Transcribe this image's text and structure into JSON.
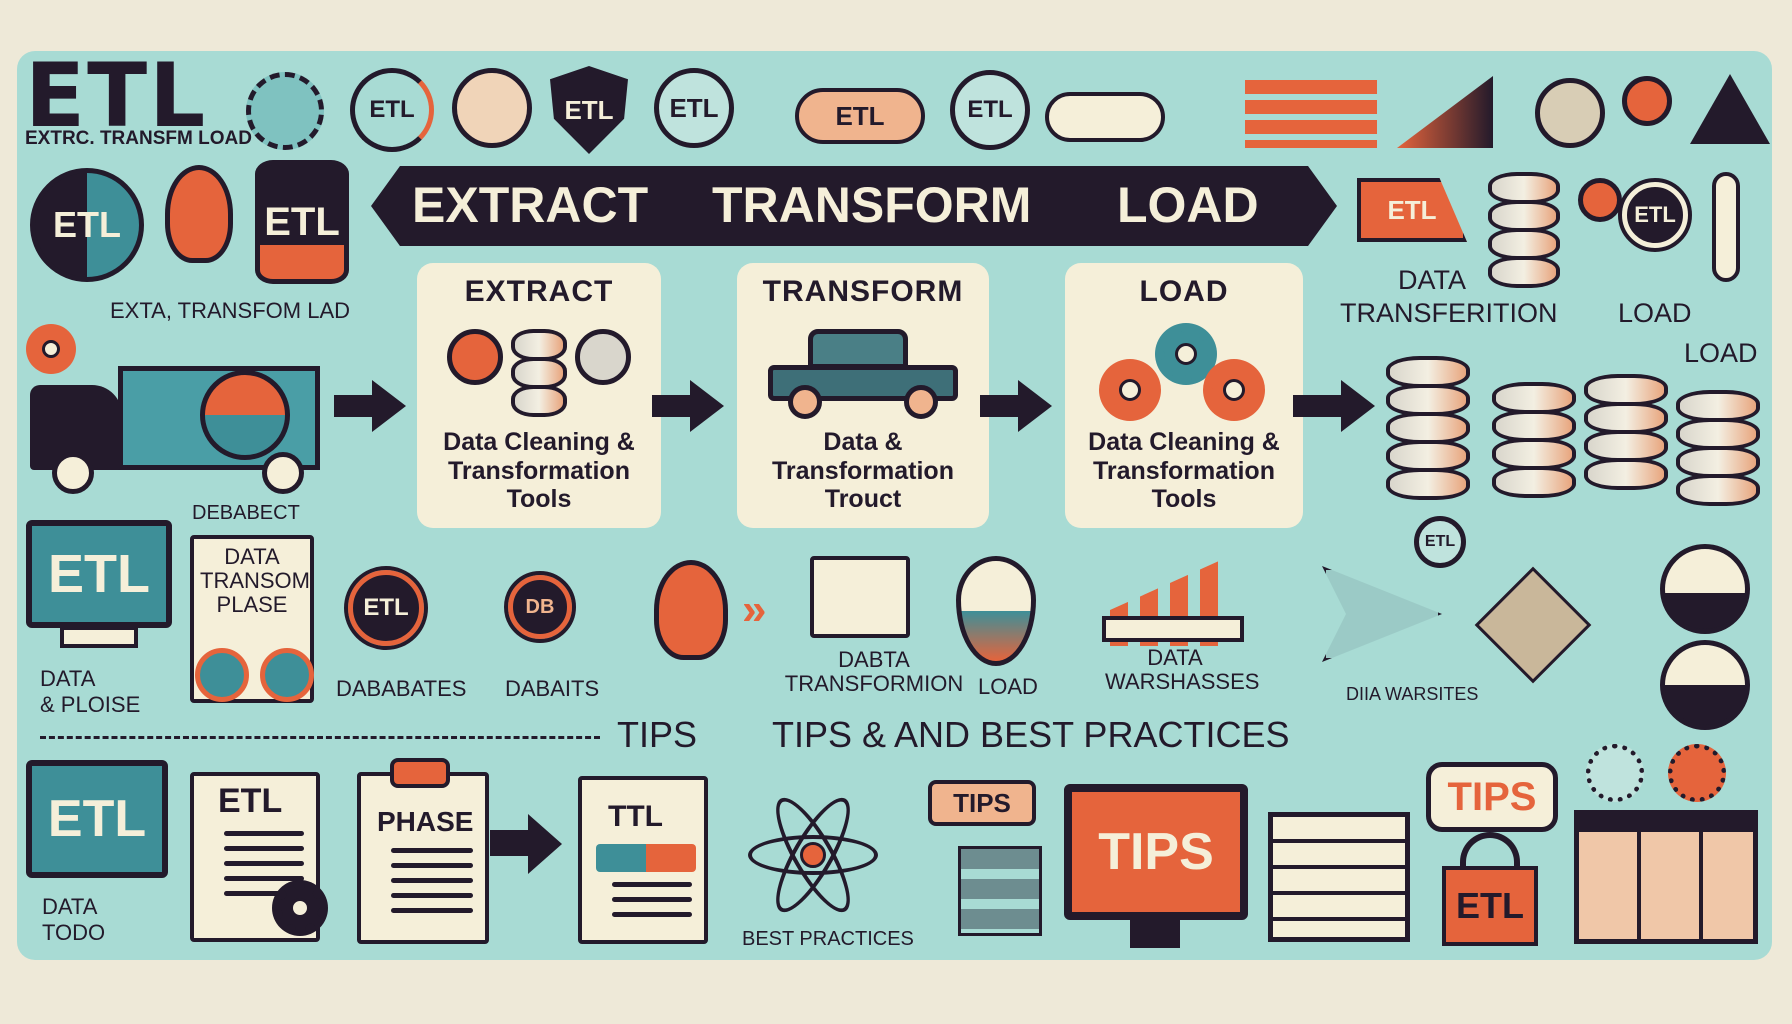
{
  "header": {
    "logo": "ETL",
    "subtitle": "EXTRC. TRANSFM LOAD"
  },
  "top_icons": {
    "badge1": "ETL",
    "shield": "ETL",
    "badge2": "ETL",
    "cloud": "ETL",
    "badge3": "ETL"
  },
  "left_icons": {
    "globe": "ETL",
    "can": "ETL",
    "caption": "EXTA, TRANSFOM LAD"
  },
  "banner": {
    "extract": "EXTRACT",
    "transform": "TRANSFORM",
    "load": "LOAD"
  },
  "cards": [
    {
      "title": "EXTRACT",
      "desc": "Data Cleaning & Transformation Tools"
    },
    {
      "title": "TRANSFORM",
      "desc": "Data & Transformation Trouct"
    },
    {
      "title": "LOAD",
      "desc": "Data Cleaning & Transformation Tools"
    }
  ],
  "right_icons": {
    "tag": "ETL",
    "badge": "ETL",
    "data_label": "DATA",
    "transfer_label": "TRANSFERITION",
    "load1": "LOAD",
    "load2": "LOAD",
    "drop_badge": "ETL"
  },
  "mid_row": {
    "debabect": "DEBABECT",
    "monitor": "ETL",
    "doc": "DATA TRANSOM PLASE",
    "data_please": "DATA\n& PLOISE",
    "hub1": "ETL",
    "hub2": "DB",
    "databases1": "DABABATES",
    "databases2": "DABAITS",
    "transform_label": "DABTA TRANSFORMION",
    "load_label": "LOAD",
    "warehouse1": "DATA WARSHASSES",
    "warehouse2": "DIIA WARSITES"
  },
  "tips_heading": {
    "a": "TIPS",
    "b": "TIPS & AND BEST PRACTICES"
  },
  "bottom_row": {
    "monitor": "ETL",
    "data_todo": "DATA\nTODO",
    "doc1": "ETL",
    "doc2": "PHASE",
    "doc3": "TTL",
    "best_practices": "BEST PRACTICES",
    "tips_tag": "TIPS",
    "tips_screen": "TIPS",
    "tips_bubble": "TIPS",
    "lock": "ETL"
  },
  "colors": {
    "teal": "#a8dbd4",
    "navy": "#231a2b",
    "orange": "#e5643c",
    "cream": "#f5efd9",
    "blue": "#3e8f98"
  }
}
